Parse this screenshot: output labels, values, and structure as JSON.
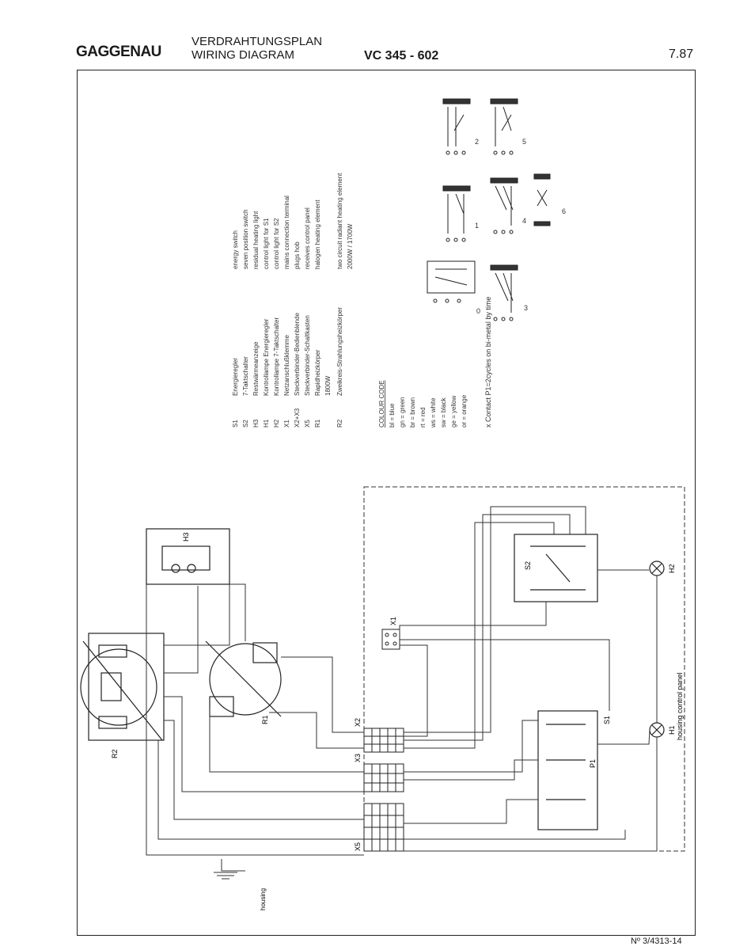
{
  "header": {
    "brand": "GAGGENAU",
    "title_de": "VERDRAHTUNGSPLAN",
    "title_en": "WIRING DIAGRAM",
    "model": "VC 345 - 602",
    "revision": "7.87"
  },
  "footer": {
    "document_number": "Nº 3/4313-14"
  },
  "legend": {
    "components": [
      {
        "code": "S1",
        "de": "Energieregler",
        "en": "energy switch"
      },
      {
        "code": "S2",
        "de": "7-Taktschalter",
        "en": "seven position switch"
      },
      {
        "code": "H3",
        "de": "Restwärmeanzeige",
        "en": "residual heating light"
      },
      {
        "code": "H1",
        "de": "Kontrollampe Energieregler",
        "en": "control light for S1"
      },
      {
        "code": "H2",
        "de": "Kontrollampe 7-Taktschalter",
        "en": "control light for S2"
      },
      {
        "code": "X1",
        "de": "Netzanschlußklemme",
        "en": "mains connection terminal"
      },
      {
        "code": "X2+X3",
        "de": "Steckverbinder-Bedienblende",
        "en": "plugs hob"
      },
      {
        "code": "X5",
        "de": "Steckverbinder-Schaltkasten",
        "en": "receives control panel"
      },
      {
        "code": "R1",
        "de": "Rapidheizkörper",
        "en": "halogen heating element"
      },
      {
        "code": "R2",
        "de": "Zweikreis-Strahlungsheizkörper",
        "en": "two circuit radiant heating element"
      }
    ],
    "r1_rating": "1800W",
    "r2_rating": "2000W / 1700W",
    "colour_code_title": "COLOUR CODE",
    "colours": [
      "bl = blue",
      "gn = green",
      "br = brown",
      "rt = red",
      "ws = white",
      "sw = black",
      "ge = yellow",
      "or = orange"
    ],
    "footnote": "x Contact P1=2cycles on bi-metal by time",
    "switch_positions": [
      "0",
      "1",
      "2",
      "3",
      "4",
      "5",
      "6"
    ]
  },
  "diagram": {
    "labels": {
      "R2": "R2",
      "R1": "R1",
      "H3": "H3",
      "H1": "H1",
      "H2": "H2",
      "S1": "S1",
      "S2": "S2",
      "X1": "X1",
      "X2": "X2",
      "X3": "X3",
      "X5": "X5",
      "P1": "P1",
      "housing": "housing control panel",
      "earth": "housing"
    }
  }
}
